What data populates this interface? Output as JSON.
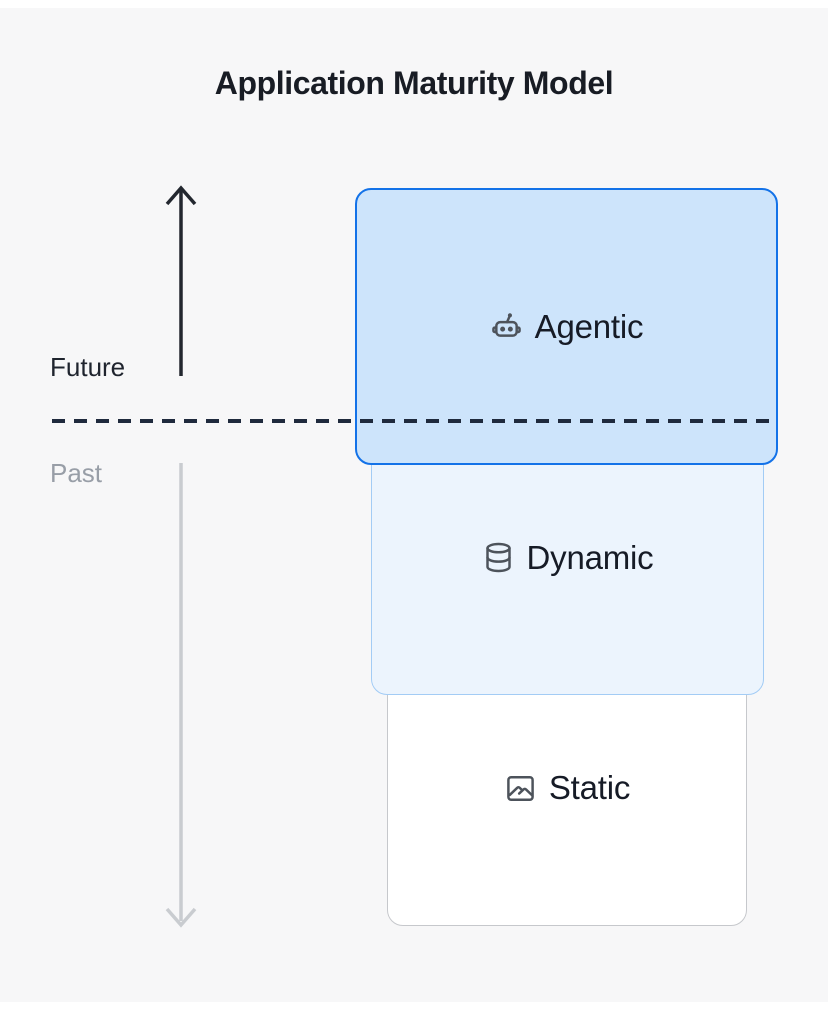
{
  "title": "Application Maturity Model",
  "axis": {
    "future_label": "Future",
    "past_label": "Past",
    "up_arrow_color": "#23272f",
    "down_arrow_color": "#c9ccd0",
    "divider_color": "#1f2a3d",
    "divider_style": "dashed"
  },
  "boxes": [
    {
      "label": "Agentic",
      "icon": "robot-icon",
      "fill": "#cde4fb",
      "border": "#1372e8"
    },
    {
      "label": "Dynamic",
      "icon": "database-icon",
      "fill": "#ecf4fd",
      "border": "#a3ccf5"
    },
    {
      "label": "Static",
      "icon": "image-icon",
      "fill": "#ffffff",
      "border": "#c6c8cc"
    }
  ],
  "colors": {
    "page_background": "#f7f7f8",
    "frame": "#ffffff",
    "title_text": "#181c24",
    "label_text": "#161b26",
    "icon_gray": "#4d535b",
    "past_text": "#989ea7"
  }
}
